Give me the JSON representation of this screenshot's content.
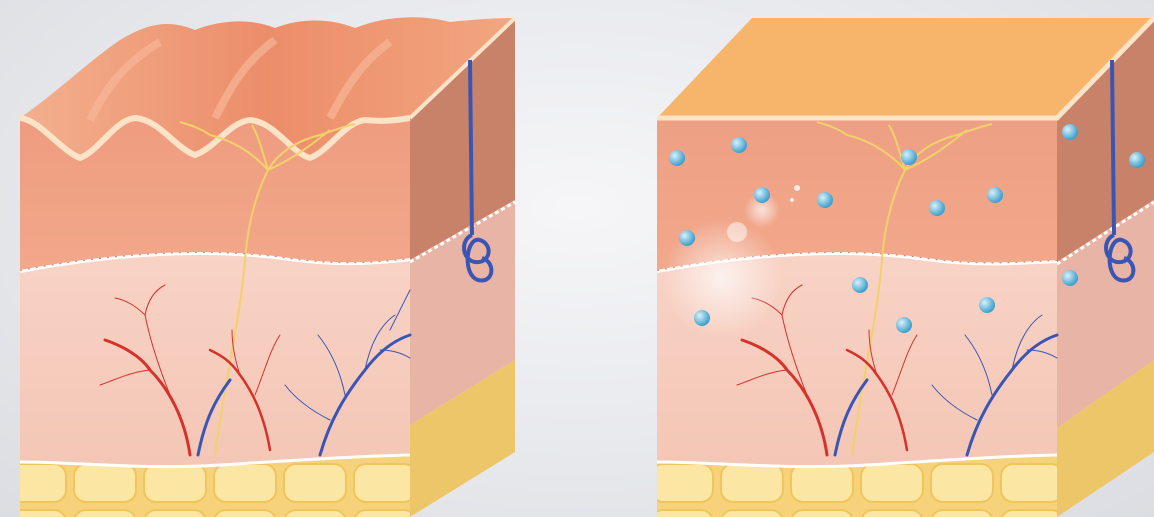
{
  "figure": {
    "panels": [
      {
        "id": "wrinkled-skin",
        "condition": "dry"
      },
      {
        "id": "smooth-skin",
        "condition": "hydrated"
      }
    ]
  },
  "colors": {
    "background": "#e9eaee",
    "epidermis": "#ee9f84",
    "epidermis_side": "#c9826a",
    "surface": "#f0a47e",
    "surface_smooth": "#f7b56c",
    "dermis": "#f7cdbf",
    "dermis_side": "#e7b4a5",
    "fat": "#f6d27a",
    "fat_cells": "#fbe7a6",
    "nerve": "#f1d16a",
    "artery": "#d6312b",
    "vein": "#3a55b4",
    "water_drop": "#5fb8de"
  },
  "icons": [
    "skin-cross-section",
    "water-droplet",
    "nerve-fiber",
    "blood-vessel",
    "sweat-gland"
  ]
}
